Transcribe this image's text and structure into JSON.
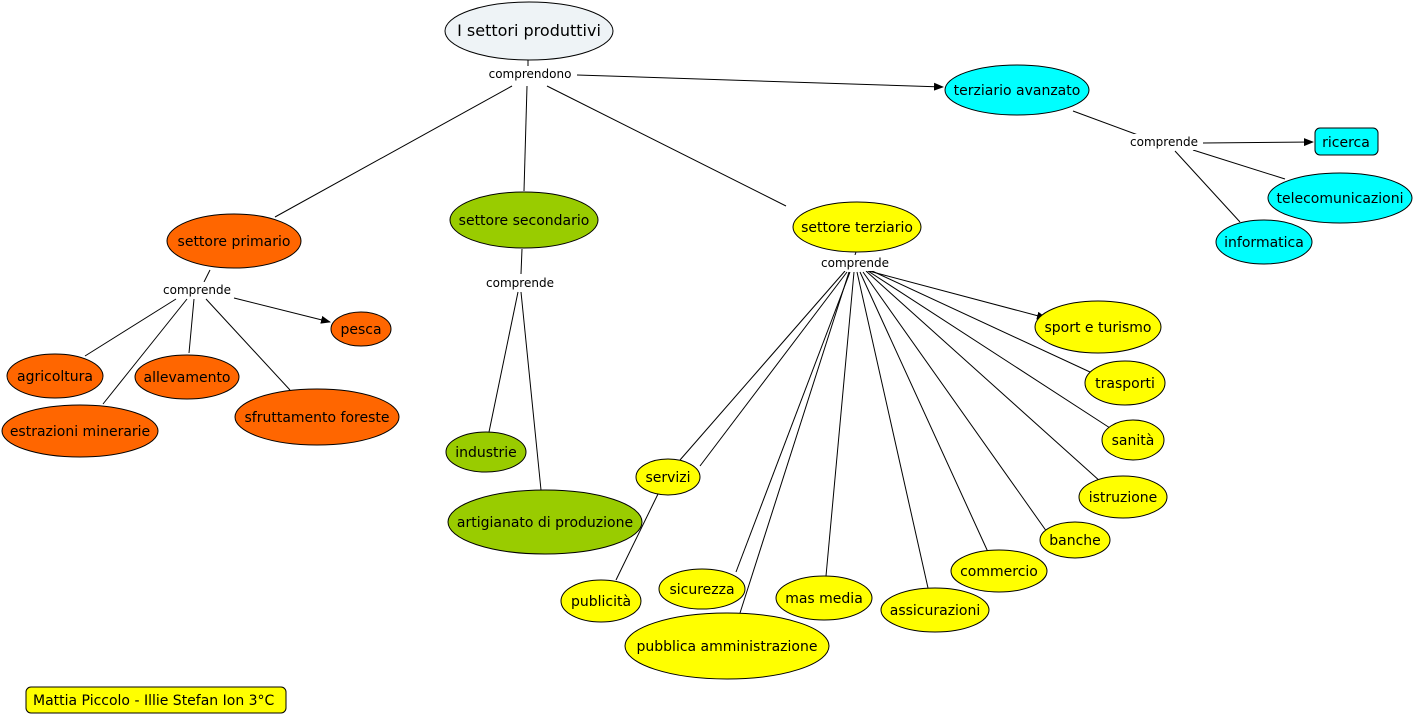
{
  "colors": {
    "root": "#eef3f6",
    "primary": "#ff6600",
    "secondary": "#99cc00",
    "tertiary": "#ffff00",
    "advanced": "#00ffff"
  },
  "nodes": {
    "root": "I settori produttivi",
    "primario": "settore primario",
    "secondario": "settore secondario",
    "terziario": "settore terziario",
    "avanzato": "terziario avanzato",
    "pesca": "pesca",
    "agricoltura": "agricoltura",
    "allevamento": "allevamento",
    "estrazioni": "estrazioni minerarie",
    "foreste": "sfruttamento foreste",
    "industrie": "industrie",
    "artigianato": "artigianato di produzione",
    "ricerca": "ricerca",
    "telecom": "telecomunicazioni",
    "informatica": "informatica",
    "sport": "sport e turismo",
    "trasporti": "trasporti",
    "sanita": "sanità",
    "istruzione": "istruzione",
    "banche": "banche",
    "commercio": "commercio",
    "assicurazioni": "assicurazioni",
    "masmedia": "mas media",
    "sicurezza": "sicurezza",
    "servizi": "servizi",
    "publicita": "publicità",
    "pubblica": "pubblica amministrazione"
  },
  "links": {
    "root": "comprendono",
    "primario": "comprende",
    "secondario": "comprende",
    "terziario": "comprende",
    "avanzato": "comprende"
  },
  "footer": {
    "authors": "Mattia Piccolo - Illie Stefan Ion 3°C"
  }
}
